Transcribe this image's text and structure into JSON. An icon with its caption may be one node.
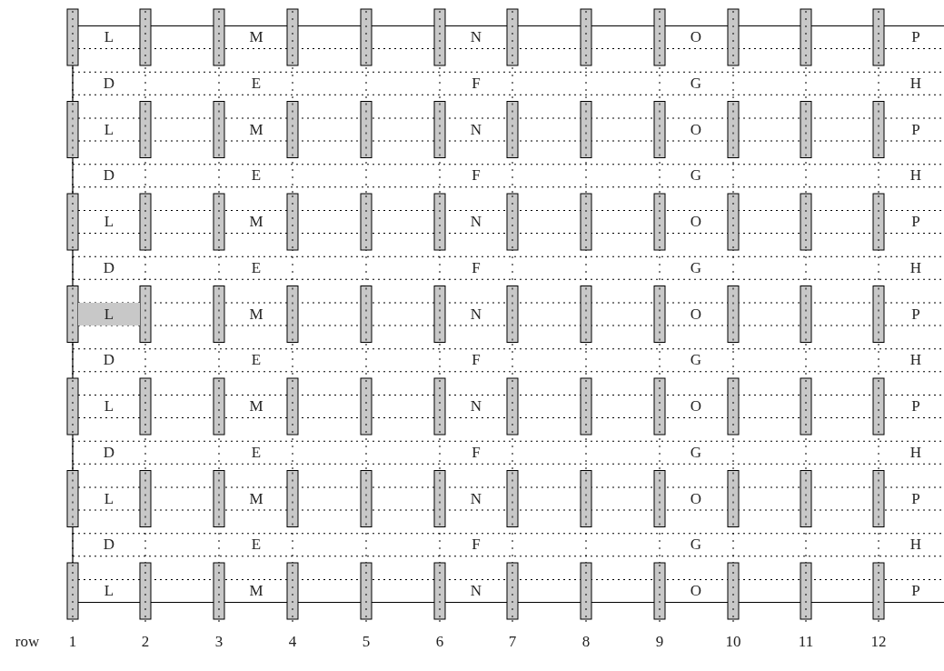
{
  "diagram": {
    "nodes": [
      {
        "text": [
          "L"
        ]
      }
    ],
    "labels": [
      "L",
      "M",
      "N",
      "O",
      "P",
      "D",
      "E",
      "F",
      "G",
      "H",
      "L",
      "M",
      "N",
      "O",
      "P",
      "D",
      "E",
      "F",
      "G",
      "H",
      "L",
      "M",
      "N",
      "O",
      "P",
      "D",
      "E",
      "F",
      "G",
      "H",
      "M",
      "N",
      "O",
      "P",
      "D",
      "E",
      "F",
      "G",
      "H",
      "L",
      "M",
      "N",
      "O",
      "P",
      "D",
      "E",
      "F",
      "G",
      "H",
      "L",
      "M",
      "N",
      "O",
      "P",
      "D",
      "E",
      "F",
      "G",
      "H",
      "L",
      "M",
      "N",
      "O",
      "P",
      "row",
      "1",
      "2",
      "3",
      "4",
      "5",
      "6",
      "7",
      "8",
      "9",
      "10",
      "11",
      "12"
    ]
  }
}
